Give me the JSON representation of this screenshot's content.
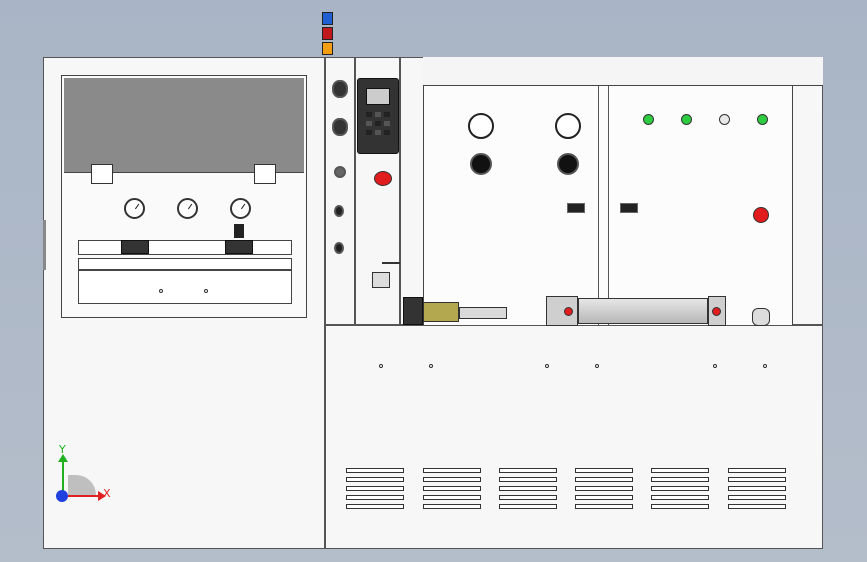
{
  "viewport": {
    "axis_x_label": "X",
    "axis_y_label": "Y"
  },
  "colors": {
    "background": "#aeb8c8",
    "panel": "#f7f7f7",
    "hood": "#8a8a8a",
    "indicator_green": "#2ecc40",
    "indicator_white": "#e8e8e8",
    "estop_red": "#e01c1c",
    "cylinder": "#c7c7c7",
    "tower_blue": "#1f5fd1",
    "tower_red": "#c0181c",
    "tower_orange": "#f29d12",
    "axis_x": "#e02020",
    "axis_y": "#20b020",
    "axis_z": "#2040e0"
  },
  "indicators": [
    "green",
    "green",
    "white",
    "green"
  ],
  "icons": [
    "axis-triad-icon",
    "signal-tower-icon",
    "emergency-stop-icon",
    "pressure-gauge-icon"
  ]
}
